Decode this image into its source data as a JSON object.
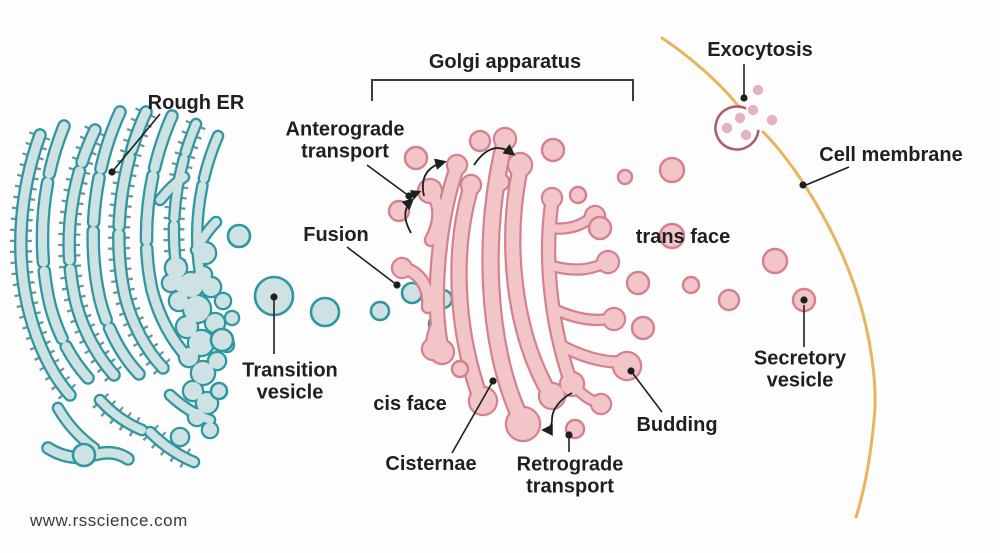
{
  "page": {
    "title": "Golgi apparatus diagram"
  },
  "colors": {
    "background": "#fdfdfd",
    "text": "#1f1f1f",
    "er_stroke": "#2f97a1",
    "er_fill": "#cfe2e3",
    "ribosome": "#6f959b",
    "golgi_stroke": "#d5808d",
    "golgi_fill": "#f2c5c9",
    "membrane": "#eab45c",
    "exocytosis_stroke": "#ad5f71",
    "secreted_dot": "#e4b3bf",
    "watermark": "#3a3a3a"
  },
  "labels": {
    "rough_er": "Rough ER",
    "golgi_apparatus": "Golgi apparatus",
    "anterograde_transport": "Anterograde transport",
    "fusion": "Fusion",
    "transition_vesicle": "Transition vesicle",
    "cis_face": "cis face",
    "cisternae": "Cisternae",
    "retrograde_transport": "Retrograde transport",
    "budding": "Budding",
    "trans_face": "trans face",
    "exocytosis": "Exocytosis",
    "cell_membrane": "Cell membrane",
    "secretory_vesicle": "Secretory vesicle"
  },
  "watermark": "www.rsscience.com"
}
